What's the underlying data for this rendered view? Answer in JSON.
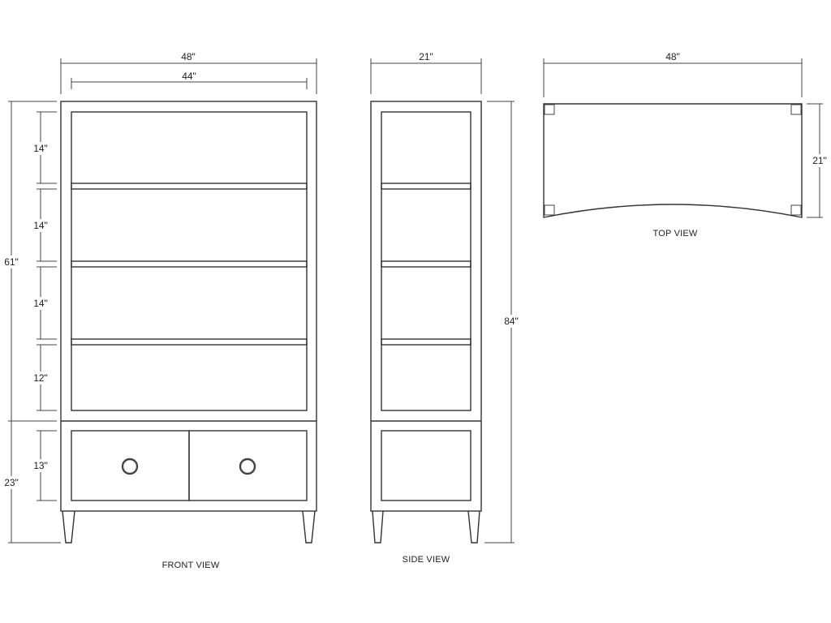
{
  "front_view": {
    "label": "FRONT VIEW",
    "overall_width": "48\"",
    "inner_width": "44\"",
    "upper_height": "61\"",
    "lower_height": "23\"",
    "shelf_heights": [
      "14\"",
      "14\"",
      "14\"",
      "12\""
    ],
    "drawer_height": "13\""
  },
  "side_view": {
    "label": "SIDE VIEW",
    "depth": "21\"",
    "overall_height": "84\""
  },
  "top_view": {
    "label": "TOP VIEW",
    "width": "48\"",
    "depth": "21\""
  }
}
